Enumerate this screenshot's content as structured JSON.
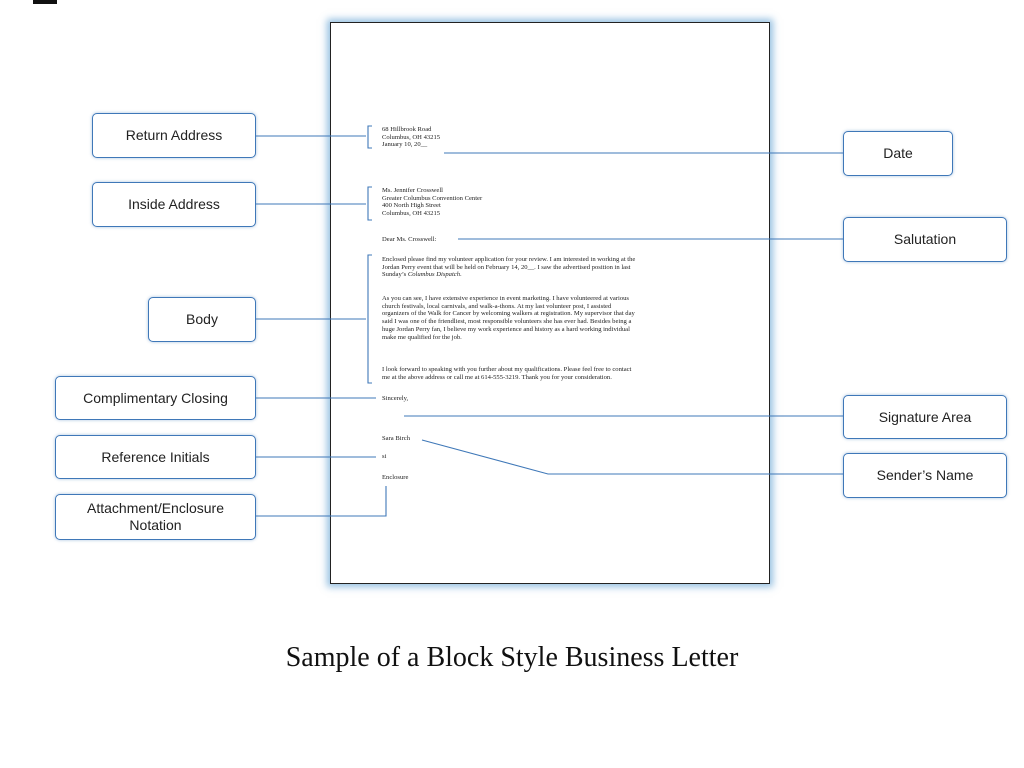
{
  "caption": "Sample of a Block Style Business Letter",
  "labels": {
    "return_address": "Return Address",
    "inside_address": "Inside Address",
    "body": "Body",
    "complimentary_closing": "Complimentary Closing",
    "reference_initials": "Reference Initials",
    "enclosure_line1": "Attachment/Enclosure",
    "enclosure_line2": "Notation",
    "date": "Date",
    "salutation": "Salutation",
    "signature_area": "Signature Area",
    "senders_name": "Sender’s Name"
  },
  "letter": {
    "return_address": [
      "68 Hillbrook Road",
      "Columbus, OH 43215",
      "January 10, 20__"
    ],
    "inside_address": [
      "Ms. Jennifer Crosswell",
      "Greater Columbus Convention Center",
      "400 North High Street",
      "Columbus, OH 43215"
    ],
    "salutation": "Dear Ms. Crosswell:",
    "p1": [
      "Enclosed please find my volunteer application for your review. I am interested in working at the",
      "Jordan Perry event that will be held on February 14, 20__. I saw the advertised position in last"
    ],
    "p1_end_prefix": "Sunday’s ",
    "p1_end_italic": "Columbus Dispatch",
    "p1_end_suffix": ".",
    "p2": [
      "As you can see, I have extensive experience in event marketing. I have volunteered at various",
      "church festivals, local carnivals, and walk-a-thons. At my last volunteer post, I assisted",
      "organizers of the Walk for Cancer by welcoming walkers at registration. My supervisor that day",
      "said I was one of the friendliest, most responsible volunteers she has ever had. Besides being a",
      "huge Jordan Perry fan, I believe my work experience and history as a hard working individual",
      "make me qualified for the job."
    ],
    "p3": [
      "I look forward to speaking with you further about my qualifications. Please feel free to contact",
      "me at the above address or call me at 614-555-3219. Thank you for your consideration."
    ],
    "closing": "Sincerely,",
    "sender": "Sara Birch",
    "initials": "si",
    "enclosure": "Enclosure"
  },
  "colors": {
    "box_border": "#3f78b8",
    "connector": "#3f78b8",
    "page_glow": "#408cc8"
  }
}
